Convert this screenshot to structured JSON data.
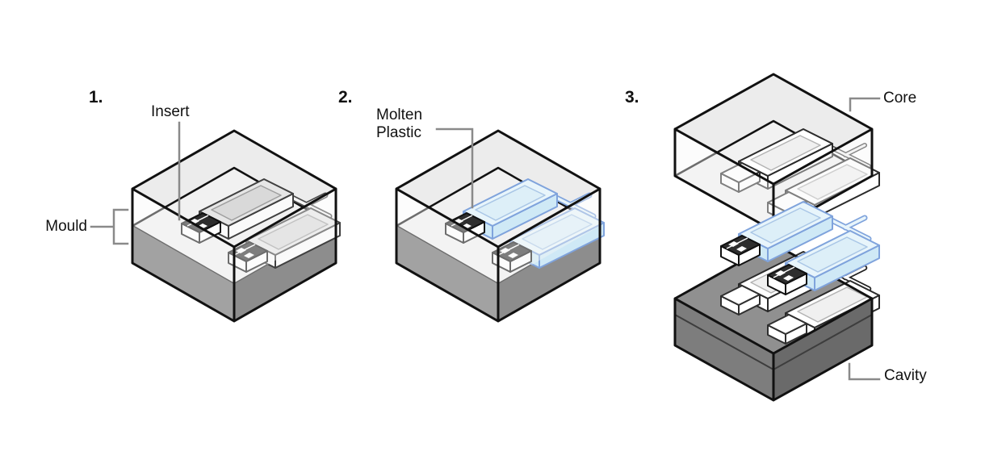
{
  "figure": {
    "steps": [
      {
        "number": "1.",
        "labels": {
          "insert": "Insert",
          "mould": "Mould"
        }
      },
      {
        "number": "2.",
        "labels": {
          "molten_plastic": "Molten\nPlastic"
        }
      },
      {
        "number": "3.",
        "labels": {
          "core": "Core",
          "cavity": "Cavity"
        }
      }
    ],
    "colors": {
      "outline": "#111111",
      "leader": "#8a8a8a",
      "text": "#111111",
      "glass-top": "#ececec",
      "parting-plane": "#f1f1f1",
      "mould-bottom-left": "#a2a2a2",
      "mould-bottom-right": "#8d8d8d",
      "cavity-top": "#909090",
      "cavity-left": "#7d7d7d",
      "cavity-right": "#6a6a6a",
      "plastic-fill": "#e8f5fb",
      "plastic-side": "#cfe9f6",
      "plastic-stroke": "#7fa3dc",
      "insert-dark": "#2e2e2e"
    }
  }
}
